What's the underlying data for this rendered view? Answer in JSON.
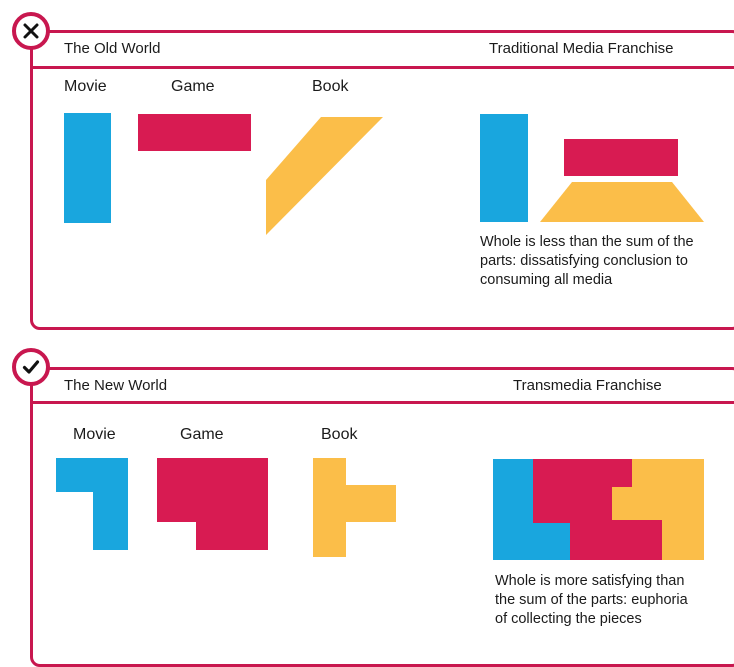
{
  "colors": {
    "blue": "#19a6de",
    "red": "#d81b52",
    "yellow": "#fbbe49",
    "frame": "#c8174f"
  },
  "old_world": {
    "icon": "close-icon",
    "title": "The Old World",
    "label": "Traditional Media Franchise",
    "media": [
      "Movie",
      "Game",
      "Book"
    ],
    "description": "Whole is less than the sum of the\nparts: dissatisfying conclusion to\nconsuming all media"
  },
  "new_world": {
    "icon": "check-icon",
    "title": "The New World",
    "label": "Transmedia  Franchise",
    "media": [
      "Movie",
      "Game",
      "Book"
    ],
    "description": "Whole is more satisfying than\nthe sum of the parts: euphoria\nof collecting the pieces"
  }
}
